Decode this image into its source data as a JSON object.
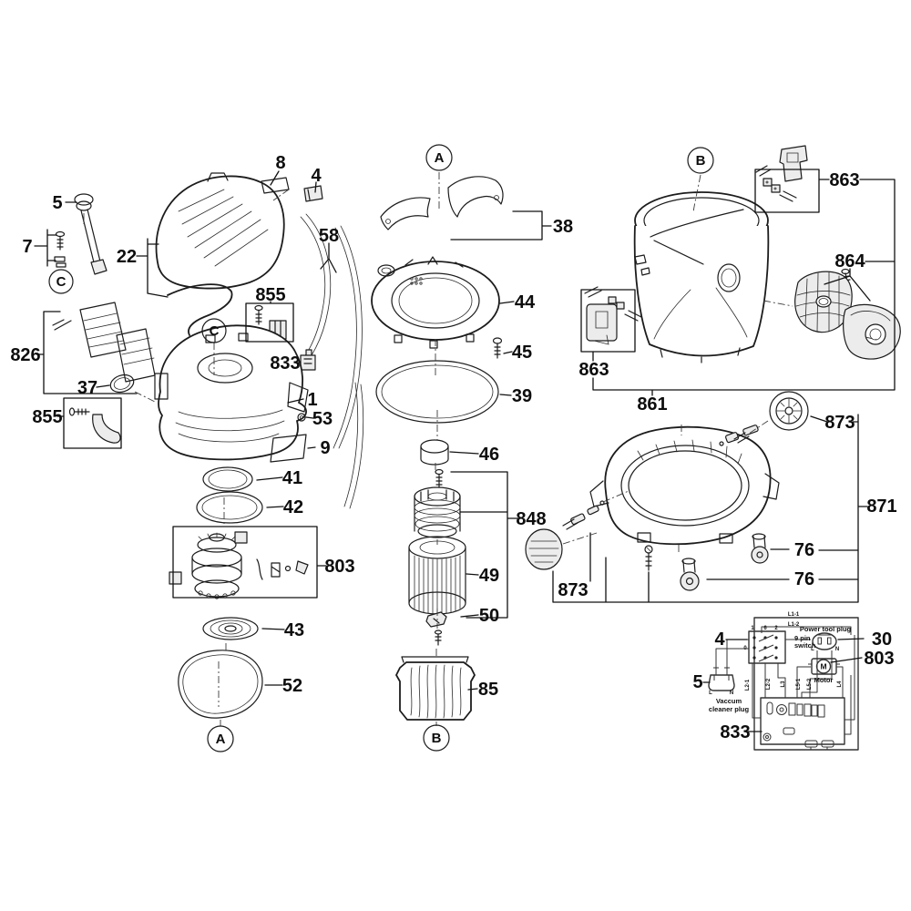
{
  "colors": {
    "ink": "#1a1a1a",
    "paper": "#ffffff"
  },
  "callouts": [
    {
      "text": "8"
    },
    {
      "text": "4"
    },
    {
      "text": "5"
    },
    {
      "text": "7"
    },
    {
      "text": "C",
      "circled": true
    },
    {
      "text": "22"
    },
    {
      "text": "58"
    },
    {
      "text": "855"
    },
    {
      "text": "C",
      "circled": true
    },
    {
      "text": "833"
    },
    {
      "text": "826"
    },
    {
      "text": "37"
    },
    {
      "text": "855"
    },
    {
      "text": "1"
    },
    {
      "text": "53"
    },
    {
      "text": "9"
    },
    {
      "text": "41"
    },
    {
      "text": "42"
    },
    {
      "text": "803"
    },
    {
      "text": "43"
    },
    {
      "text": "52"
    },
    {
      "text": "A",
      "circled": true
    },
    {
      "text": "A",
      "circled": true
    },
    {
      "text": "38"
    },
    {
      "text": "44"
    },
    {
      "text": "45"
    },
    {
      "text": "39"
    },
    {
      "text": "46"
    },
    {
      "text": "848"
    },
    {
      "text": "49"
    },
    {
      "text": "50"
    },
    {
      "text": "85"
    },
    {
      "text": "B",
      "circled": true
    },
    {
      "text": "B",
      "circled": true
    },
    {
      "text": "863"
    },
    {
      "text": "864"
    },
    {
      "text": "863"
    },
    {
      "text": "861"
    },
    {
      "text": "873"
    },
    {
      "text": "871"
    },
    {
      "text": "76"
    },
    {
      "text": "76"
    },
    {
      "text": "873"
    },
    {
      "text": "4"
    },
    {
      "text": "30"
    },
    {
      "text": "803"
    },
    {
      "text": "5"
    },
    {
      "text": "833"
    }
  ],
  "wiring": {
    "bus_labels": [
      "L1-1",
      "L1-2"
    ],
    "switch_caption": [
      "9 pin",
      "switch"
    ],
    "switch_pin_labels": [
      "1",
      "6",
      "2",
      "0"
    ],
    "power_tool_plug_caption": "Power tool plug",
    "power_tool_plug_terminals": [
      "L",
      "N"
    ],
    "motor_symbol": "M",
    "motor_caption": "Motor",
    "vacuum_plug_caption": [
      "Vaccum",
      "cleaner plug"
    ],
    "vacuum_plug_terminals": [
      "L",
      "N"
    ],
    "wire_labels": [
      "L2-1",
      "L2-2",
      "L3",
      "L5-1",
      "L5-2",
      "L4"
    ]
  }
}
